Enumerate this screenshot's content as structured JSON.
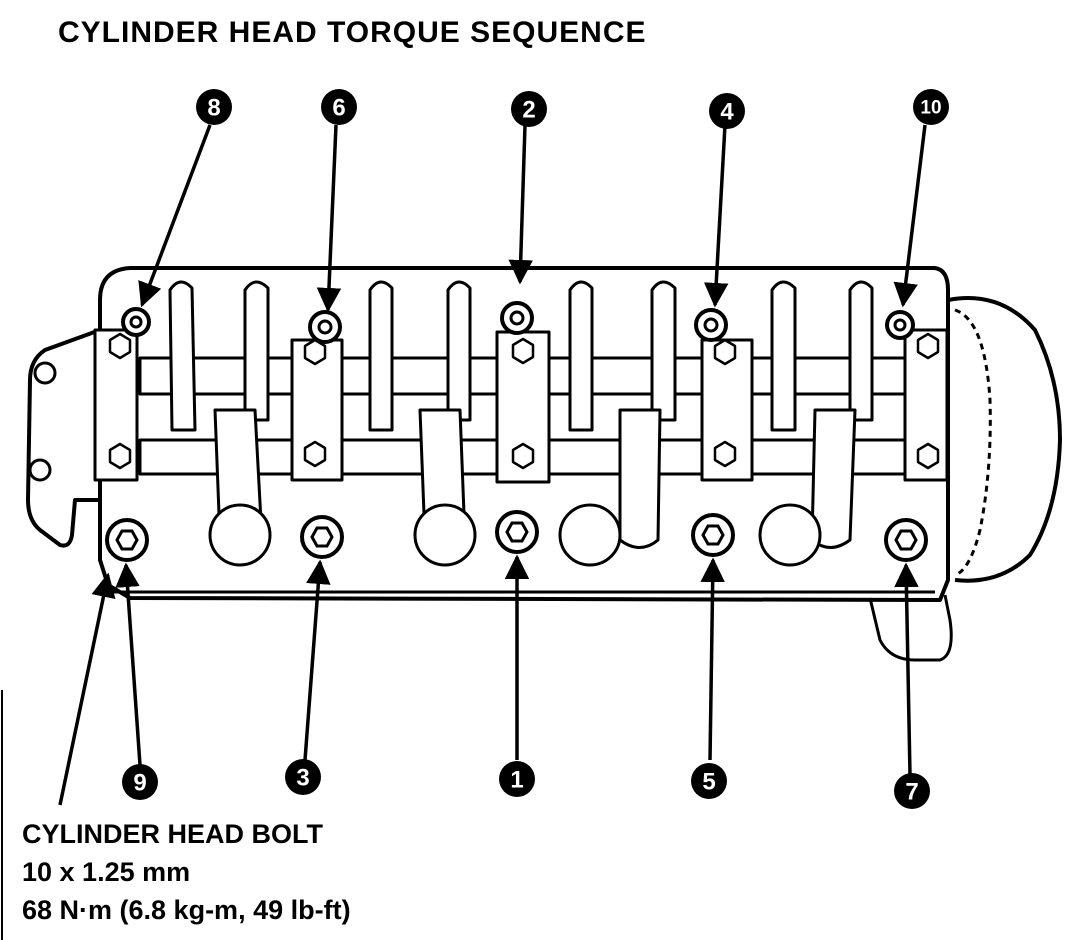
{
  "title": "CYLINDER HEAD TORQUE SEQUENCE",
  "bolt_spec": {
    "name": "CYLINDER HEAD BOLT",
    "size": "10 x 1.25 mm",
    "torque": "68 N·m (6.8 kg-m, 49 lb-ft)"
  },
  "sequence": {
    "top_row": [
      "8",
      "6",
      "2",
      "4",
      "10"
    ],
    "bottom_row": [
      "9",
      "3",
      "1",
      "5",
      "7"
    ]
  },
  "colors": {
    "ink": "#000000",
    "paper": "#ffffff"
  }
}
